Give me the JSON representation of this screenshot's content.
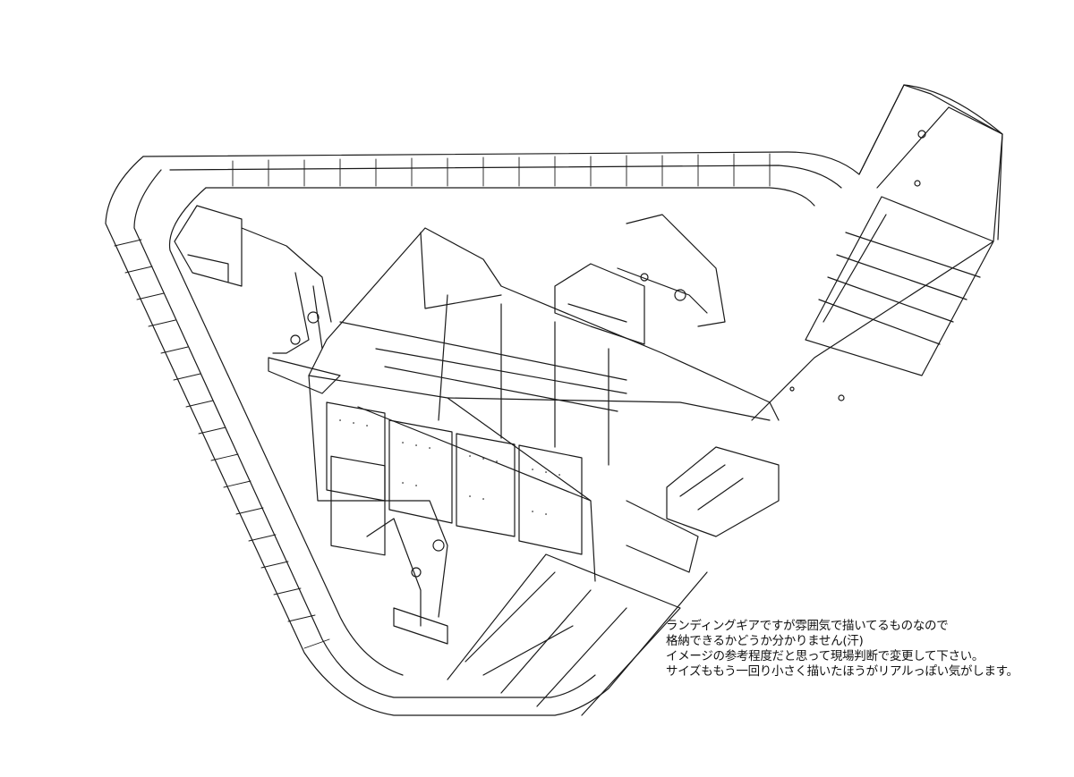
{
  "drawing": {
    "subject": "landing-gear-bay-sketch",
    "ink_color": "#1a1a1a",
    "background": "#ffffff"
  },
  "note": {
    "lines": [
      "ランディングギアですが雰囲気で描いてるものなので",
      "格納できるかどうか分かりません(汗)",
      "イメージの参考程度だと思って現場判断で変更して下さい。",
      "サイズももう一回り小さく描いたほうがリアルっぽい気がします。"
    ]
  }
}
